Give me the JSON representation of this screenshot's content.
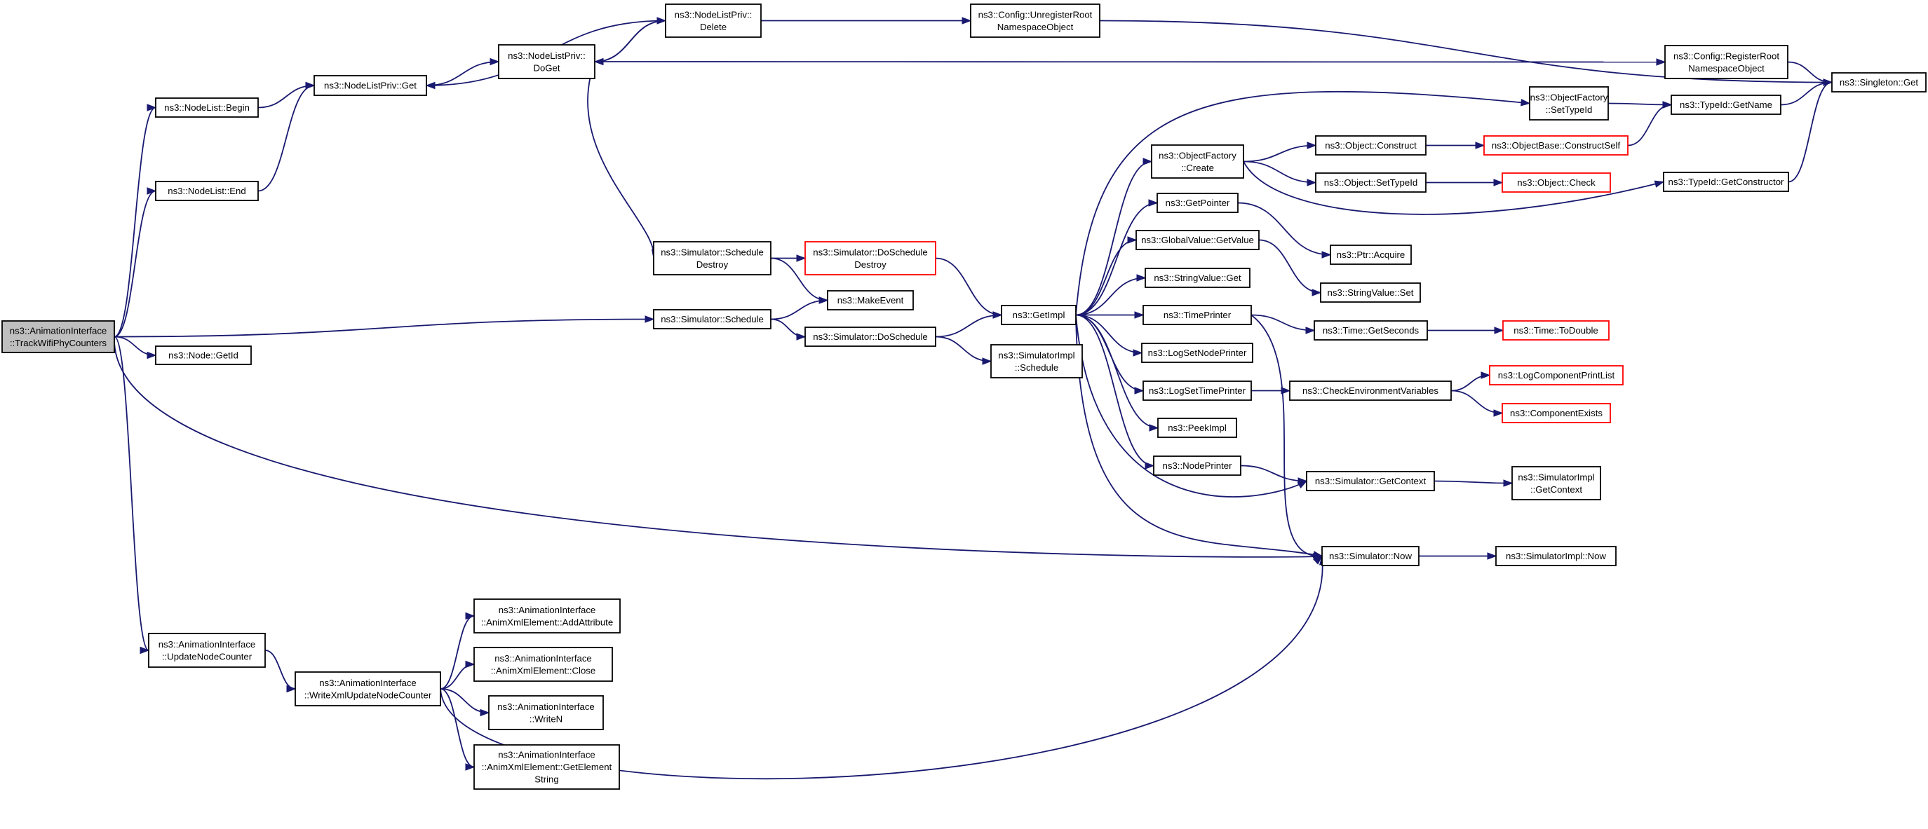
{
  "colors": {
    "edge": "#191970",
    "node_border": "#000000",
    "node_border_truncated": "#ff0000",
    "root_fill": "#bfbfbf",
    "node_fill": "#ffffff"
  },
  "nodes": {
    "track": {
      "lines": [
        "ns3::AnimationInterface",
        "::TrackWifiPhyCounters"
      ],
      "style": "root"
    },
    "nl_begin": {
      "lines": [
        "ns3::NodeList::Begin"
      ],
      "style": "normal"
    },
    "nl_end": {
      "lines": [
        "ns3::NodeList::End"
      ],
      "style": "normal"
    },
    "node_getid": {
      "lines": [
        "ns3::Node::GetId"
      ],
      "style": "normal"
    },
    "upd_counter": {
      "lines": [
        "ns3::AnimationInterface",
        "::UpdateNodeCounter"
      ],
      "style": "normal"
    },
    "nlp_get": {
      "lines": [
        "ns3::NodeListPriv::Get"
      ],
      "style": "normal"
    },
    "write_xml": {
      "lines": [
        "ns3::AnimationInterface",
        "::WriteXmlUpdateNodeCounter"
      ],
      "style": "normal"
    },
    "nlp_doget": {
      "lines": [
        "ns3::NodeListPriv::",
        "DoGet"
      ],
      "style": "normal"
    },
    "nlp_delete": {
      "lines": [
        "ns3::NodeListPriv::",
        "Delete"
      ],
      "style": "normal"
    },
    "anim_addattr": {
      "lines": [
        "ns3::AnimationInterface",
        "::AnimXmlElement::AddAttribute"
      ],
      "style": "normal"
    },
    "anim_close": {
      "lines": [
        "ns3::AnimationInterface",
        "::AnimXmlElement::Close"
      ],
      "style": "normal"
    },
    "anim_writen": {
      "lines": [
        "ns3::AnimationInterface",
        "::WriteN"
      ],
      "style": "normal"
    },
    "anim_getelem": {
      "lines": [
        "ns3::AnimationInterface",
        "::AnimXmlElement::GetElement",
        "String"
      ],
      "style": "normal"
    },
    "sim_sched_destroy": {
      "lines": [
        "ns3::Simulator::Schedule",
        "Destroy"
      ],
      "style": "normal"
    },
    "sim_schedule": {
      "lines": [
        "ns3::Simulator::Schedule"
      ],
      "style": "normal"
    },
    "sim_dosched_destroy": {
      "lines": [
        "ns3::Simulator::DoSchedule",
        "Destroy"
      ],
      "style": "truncated"
    },
    "make_event": {
      "lines": [
        "ns3::MakeEvent"
      ],
      "style": "normal"
    },
    "sim_dosched": {
      "lines": [
        "ns3::Simulator::DoSchedule"
      ],
      "style": "normal"
    },
    "cfg_unreg": {
      "lines": [
        "ns3::Config::UnregisterRoot",
        "NamespaceObject"
      ],
      "style": "normal"
    },
    "get_impl": {
      "lines": [
        "ns3::GetImpl"
      ],
      "style": "normal"
    },
    "simimpl_sched": {
      "lines": [
        "ns3::SimulatorImpl",
        "::Schedule"
      ],
      "style": "normal"
    },
    "of_create": {
      "lines": [
        "ns3::ObjectFactory",
        "::Create"
      ],
      "style": "normal"
    },
    "get_pointer": {
      "lines": [
        "ns3::GetPointer"
      ],
      "style": "normal"
    },
    "gv_getvalue": {
      "lines": [
        "ns3::GlobalValue::GetValue"
      ],
      "style": "normal"
    },
    "sv_get": {
      "lines": [
        "ns3::StringValue::Get"
      ],
      "style": "normal"
    },
    "time_printer": {
      "lines": [
        "ns3::TimePrinter"
      ],
      "style": "normal"
    },
    "log_node_printer": {
      "lines": [
        "ns3::LogSetNodePrinter"
      ],
      "style": "normal"
    },
    "log_time_printer": {
      "lines": [
        "ns3::LogSetTimePrinter"
      ],
      "style": "normal"
    },
    "peek_impl": {
      "lines": [
        "ns3::PeekImpl"
      ],
      "style": "normal"
    },
    "node_printer": {
      "lines": [
        "ns3::NodePrinter"
      ],
      "style": "normal"
    },
    "obj_construct": {
      "lines": [
        "ns3::Object::Construct"
      ],
      "style": "normal"
    },
    "obj_settypeid": {
      "lines": [
        "ns3::Object::SetTypeId"
      ],
      "style": "normal"
    },
    "ptr_acquire": {
      "lines": [
        "ns3::Ptr::Acquire"
      ],
      "style": "normal"
    },
    "sv_set": {
      "lines": [
        "ns3::StringValue::Set"
      ],
      "style": "normal"
    },
    "time_getsec": {
      "lines": [
        "ns3::Time::GetSeconds"
      ],
      "style": "normal"
    },
    "check_env": {
      "lines": [
        "ns3::CheckEnvironmentVariables"
      ],
      "style": "normal"
    },
    "sim_getctx": {
      "lines": [
        "ns3::Simulator::GetContext"
      ],
      "style": "normal"
    },
    "sim_now": {
      "lines": [
        "ns3::Simulator::Now"
      ],
      "style": "normal"
    },
    "of_settypeid": {
      "lines": [
        "ns3::ObjectFactory",
        "::SetTypeId"
      ],
      "style": "normal"
    },
    "cfg_reg": {
      "lines": [
        "ns3::Config::RegisterRoot",
        "NamespaceObject"
      ],
      "style": "normal"
    },
    "ob_construct": {
      "lines": [
        "ns3::ObjectBase::ConstructSelf"
      ],
      "style": "truncated"
    },
    "obj_check": {
      "lines": [
        "ns3::Object::Check"
      ],
      "style": "truncated"
    },
    "time_todouble": {
      "lines": [
        "ns3::Time::ToDouble"
      ],
      "style": "truncated"
    },
    "log_comp_print": {
      "lines": [
        "ns3::LogComponentPrintList"
      ],
      "style": "truncated"
    },
    "comp_exists": {
      "lines": [
        "ns3::ComponentExists"
      ],
      "style": "truncated"
    },
    "simimpl_getctx": {
      "lines": [
        "ns3::SimulatorImpl",
        "::GetContext"
      ],
      "style": "normal"
    },
    "simimpl_now": {
      "lines": [
        "ns3::SimulatorImpl::Now"
      ],
      "style": "normal"
    },
    "typeid_getname": {
      "lines": [
        "ns3::TypeId::GetName"
      ],
      "style": "normal"
    },
    "typeid_getctor": {
      "lines": [
        "ns3::TypeId::GetConstructor"
      ],
      "style": "normal"
    },
    "singleton_get": {
      "lines": [
        "ns3::Singleton::Get"
      ],
      "style": "normal"
    }
  },
  "edges": [
    [
      "track",
      "nl_begin"
    ],
    [
      "track",
      "nl_end"
    ],
    [
      "track",
      "sim_schedule"
    ],
    [
      "track",
      "node_getid"
    ],
    [
      "track",
      "sim_now"
    ],
    [
      "track",
      "upd_counter"
    ],
    [
      "nl_begin",
      "nlp_get"
    ],
    [
      "nl_end",
      "nlp_get"
    ],
    [
      "nlp_get",
      "nlp_doget"
    ],
    [
      "nlp_doget",
      "nlp_delete"
    ],
    [
      "nlp_delete",
      "nlp_get"
    ],
    [
      "nlp_doget",
      "sim_sched_destroy"
    ],
    [
      "nlp_doget",
      "cfg_reg"
    ],
    [
      "nlp_delete",
      "nlp_doget"
    ],
    [
      "nlp_delete",
      "cfg_unreg"
    ],
    [
      "cfg_unreg",
      "singleton_get"
    ],
    [
      "cfg_reg",
      "singleton_get"
    ],
    [
      "sim_sched_destroy",
      "sim_dosched_destroy"
    ],
    [
      "sim_sched_destroy",
      "make_event"
    ],
    [
      "sim_dosched_destroy",
      "get_impl"
    ],
    [
      "sim_schedule",
      "make_event"
    ],
    [
      "sim_schedule",
      "sim_dosched"
    ],
    [
      "sim_dosched",
      "get_impl"
    ],
    [
      "sim_dosched",
      "simimpl_sched"
    ],
    [
      "get_impl",
      "of_create"
    ],
    [
      "get_impl",
      "get_pointer"
    ],
    [
      "get_impl",
      "gv_getvalue"
    ],
    [
      "get_impl",
      "sv_get"
    ],
    [
      "get_impl",
      "time_printer"
    ],
    [
      "get_impl",
      "log_node_printer"
    ],
    [
      "get_impl",
      "log_time_printer"
    ],
    [
      "get_impl",
      "peek_impl"
    ],
    [
      "get_impl",
      "node_printer"
    ],
    [
      "get_impl",
      "sim_getctx"
    ],
    [
      "get_impl",
      "sim_now"
    ],
    [
      "get_impl",
      "of_settypeid"
    ],
    [
      "of_create",
      "obj_construct"
    ],
    [
      "of_create",
      "obj_settypeid"
    ],
    [
      "of_create",
      "typeid_getctor"
    ],
    [
      "get_pointer",
      "ptr_acquire"
    ],
    [
      "gv_getvalue",
      "sv_set"
    ],
    [
      "time_printer",
      "time_getsec"
    ],
    [
      "time_printer",
      "sim_now"
    ],
    [
      "log_time_printer",
      "check_env"
    ],
    [
      "node_printer",
      "sim_getctx"
    ],
    [
      "obj_construct",
      "ob_construct"
    ],
    [
      "obj_settypeid",
      "obj_check"
    ],
    [
      "ob_construct",
      "typeid_getname"
    ],
    [
      "of_settypeid",
      "typeid_getname"
    ],
    [
      "typeid_getname",
      "singleton_get"
    ],
    [
      "typeid_getctor",
      "singleton_get"
    ],
    [
      "time_getsec",
      "time_todouble"
    ],
    [
      "check_env",
      "log_comp_print"
    ],
    [
      "check_env",
      "comp_exists"
    ],
    [
      "sim_getctx",
      "simimpl_getctx"
    ],
    [
      "sim_now",
      "simimpl_now"
    ],
    [
      "upd_counter",
      "write_xml"
    ],
    [
      "write_xml",
      "anim_addattr"
    ],
    [
      "write_xml",
      "anim_close"
    ],
    [
      "write_xml",
      "anim_writen"
    ],
    [
      "write_xml",
      "anim_getelem"
    ],
    [
      "write_xml",
      "sim_now"
    ]
  ]
}
